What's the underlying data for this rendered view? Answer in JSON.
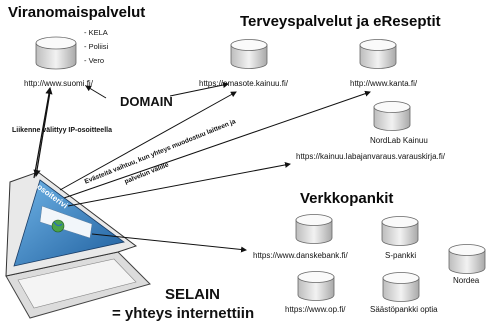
{
  "sections": {
    "gov_title": "Viranomaispalvelut",
    "health_title": "Terveyspalvelut ja eReseptit",
    "banks_title": "Verkkopankit"
  },
  "gov": {
    "services": [
      "- KELA",
      "- Poliisi",
      "- Vero"
    ],
    "url": "http://www.suomi.fi/"
  },
  "health": {
    "omasote_url": "https://omasote.kainuu.fi/",
    "kanta_url": "http://www.kanta.fi/",
    "nordlab_name": "NordLab Kainuu",
    "nordlab_url": "https://kainuu.labajanvaraus.varauskirja.fi/"
  },
  "banks": {
    "danske_url": "https://www.danskebank.fi/",
    "spankki": "S-pankki",
    "op_url": "https://www.op.fi/",
    "saastopankki": "Säästöpankki optia",
    "nordea": "Nordea"
  },
  "labels": {
    "domain": "DOMAIN",
    "ip_traffic": "Liikenne välittyy IP-osoitteella",
    "cookies_line1": "Evästeitä vaihtuu, kun yhteys muodostuu laitteen ja",
    "cookies_line2": "palvelun välille",
    "address_bar": "osoiterivi",
    "browser_line1": "SELAIN",
    "browser_line2": "= yhteys internettiin"
  },
  "colors": {
    "cylinder_top": "#ffffff",
    "cylinder_side": "#d9d9d9",
    "screen_blue": "#2f7fc1",
    "arrow": "#111111"
  }
}
